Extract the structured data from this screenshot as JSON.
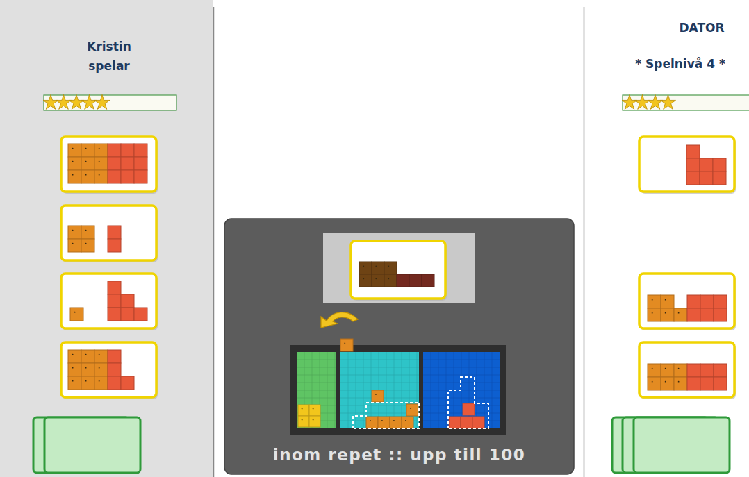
{
  "diagram": {
    "nodes": [
      {
        "text": [
          "Kristin spelar"
        ]
      },
      {
        "text": [
          "DATOR",
          "* Spelnivå 4 *"
        ]
      },
      {
        "text": [
          "inom repet :: upp till 100"
        ]
      }
    ]
  }
}
